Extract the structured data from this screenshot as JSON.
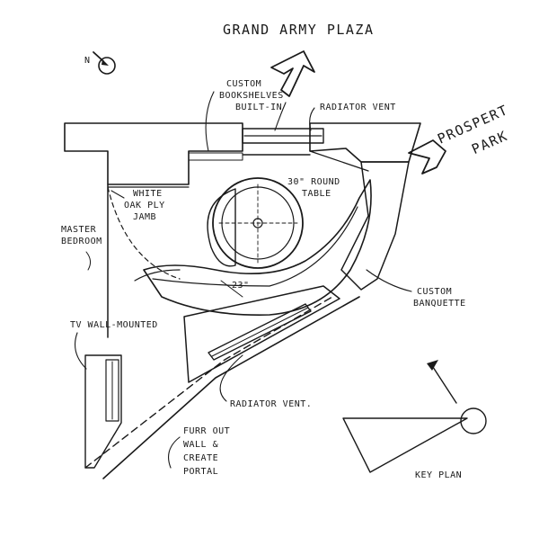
{
  "labels": {
    "grand_army_plaza": "GRAND ARMY PLAZA",
    "prospect_park_line1": "PROSPERT",
    "prospect_park_line2": "PARK",
    "north": "N",
    "bookshelves_1": "CUSTOM",
    "bookshelves_2": "BOOKSHELVES",
    "bookshelves_3": "BUILT-IN",
    "radiator_vent_top": "RADIATOR VENT",
    "round_table_1": "30\" ROUND",
    "round_table_2": "TABLE",
    "white_oak_1": "WHITE",
    "white_oak_2": "OAK PLY",
    "white_oak_3": "JAMB",
    "master_1": "MASTER",
    "master_2": "BEDROOM",
    "dimension_23": "23\"",
    "banquette_1": "CUSTOM",
    "banquette_2": "BANQUETTE",
    "tv_wall": "TV WALL-MOUNTED",
    "radiator_vent_bottom": "RADIATOR VENT.",
    "furr_1": "FURR OUT",
    "furr_2": "WALL &",
    "furr_3": "CREATE",
    "furr_4": "PORTAL",
    "key_plan": "KEY PLAN"
  },
  "colors": {
    "ink": "#1a1a1a",
    "paper": "#ffffff"
  }
}
